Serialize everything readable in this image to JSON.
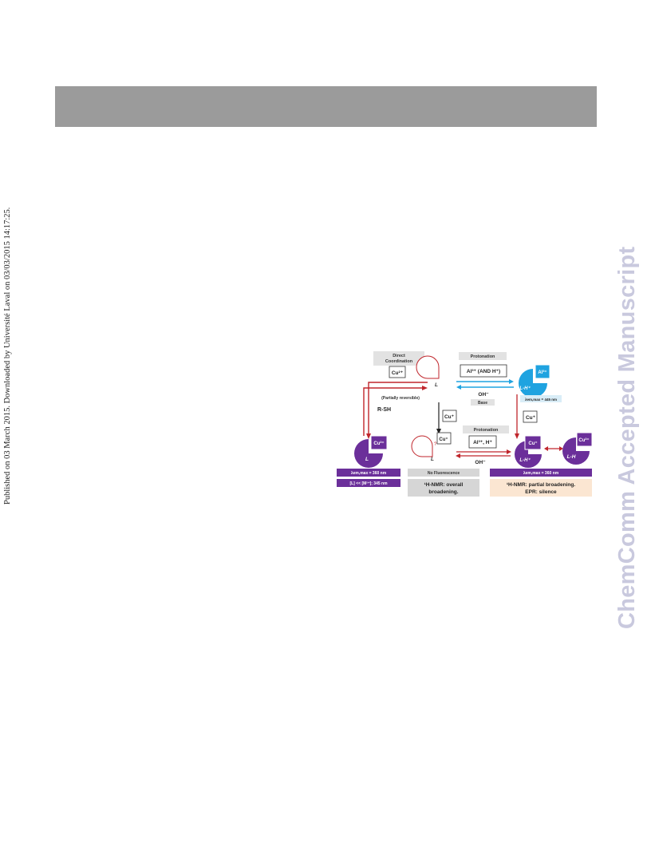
{
  "side_note": "Published on 03 March 2015. Downloaded by Université Laval on 03/03/2015 14:17:25.",
  "watermark": "ChemComm Accepted Manuscript",
  "scheme": {
    "direct_label_1": "Direct",
    "direct_label_2": "Coordination",
    "cu2_box": "Cu²⁺",
    "prot_top": "Protonation",
    "al_box_top": "Al³⁺ (AND H⁺)",
    "oh_top": "OH⁻",
    "base": "Base",
    "partially": "(Partially reversible)",
    "rsh": "R-SH",
    "cu_plus_mid": "Cu⁺",
    "cu_plus_right": "Cu⁺",
    "prot_mid": "Protonation",
    "cu_plus_box2": "Cu⁺",
    "al_h_box": "Al³⁺, H⁺",
    "oh_bottom": "OH⁻",
    "L": "L",
    "L2": "L",
    "LH_plus": "L-H⁺",
    "LH_plus_2": "L-H⁺",
    "LH": "L-H",
    "Al3": "Al³⁺",
    "Cu2_piece": "Cu²⁺",
    "Cu_piece_a": "Cu⁺",
    "Cu_piece_b": "Cu²⁺",
    "lambda_al": "λem,max = 445 nm",
    "lambda_left": "λem,max = 360 nm",
    "lambda_right": "λem,max = 360 nm",
    "ratio_left": "[L] << [M²⁺]; 345 nm",
    "no_fluor": "No Fluorescence",
    "nmr_mid_1": "¹H-NMR: overall",
    "nmr_mid_2": "broadening.",
    "nmr_right_1": "¹H-NMR: partial broadening.",
    "nmr_right_2": "EPR: silence",
    "colors": {
      "purple": "#6b2f9a",
      "red": "#c0262c",
      "blue": "#1fa3e0",
      "peach": "#fbe6d2",
      "grey": "#d6d6d6"
    }
  }
}
